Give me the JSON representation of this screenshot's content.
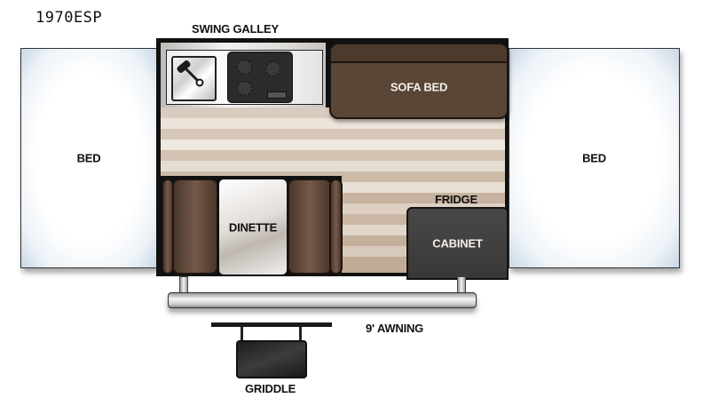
{
  "header": {
    "model_name": "1970ESP"
  },
  "floorplan": {
    "labels": {
      "swing_galley": "SWING GALLEY",
      "sofa_bed": "SOFA BED",
      "bed_left": "BED",
      "bed_right": "BED",
      "dinette": "DINETTE",
      "fridge": "FRIDGE",
      "cabinet": "CABINET",
      "awning": "9' AWNING",
      "griddle": "GRIDDLE"
    },
    "colors": {
      "wall": "#111111",
      "sofa": "#5a4636",
      "cabinet": "#3f3d3c",
      "bed_edge": "#c9d8e6",
      "floor_light": "#ece4da",
      "floor_dark": "#c7b3a0"
    }
  }
}
